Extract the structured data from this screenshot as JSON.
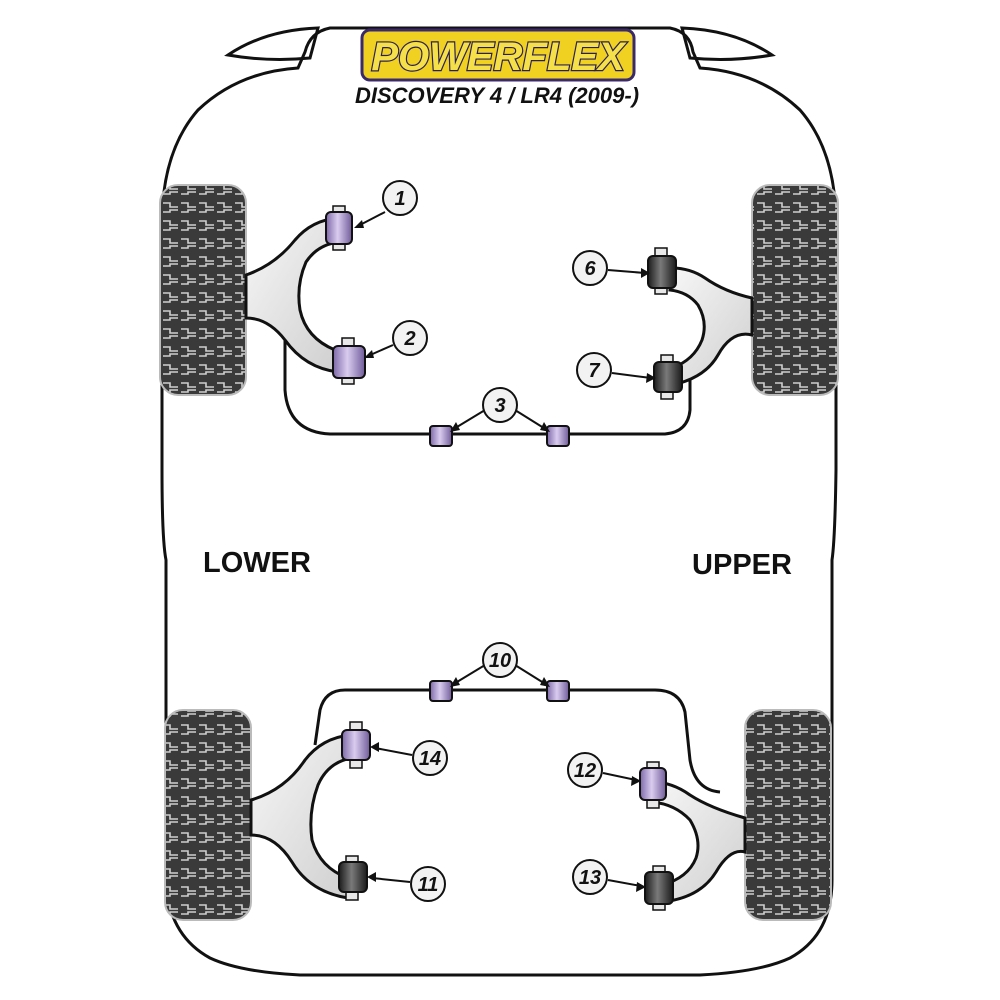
{
  "brand": {
    "logo_text": "POWERFLEX",
    "model_text": "DISCOVERY 4 / LR4 (2009-)",
    "logo_bg": "#f0d020",
    "logo_outline": "#3a2a6a"
  },
  "labels": {
    "lower": "LOWER",
    "upper": "UPPER"
  },
  "callouts": {
    "c1": "1",
    "c2": "2",
    "c3": "3",
    "c6": "6",
    "c7": "7",
    "c10": "10",
    "c11": "11",
    "c12": "12",
    "c13": "13",
    "c14": "14"
  },
  "colors": {
    "purple_bush": "#b9a6d9",
    "black_bush": "#333333",
    "arm_fill": "#ebebeb",
    "outline": "#111111",
    "tyre_dark": "#3a3a3a"
  }
}
